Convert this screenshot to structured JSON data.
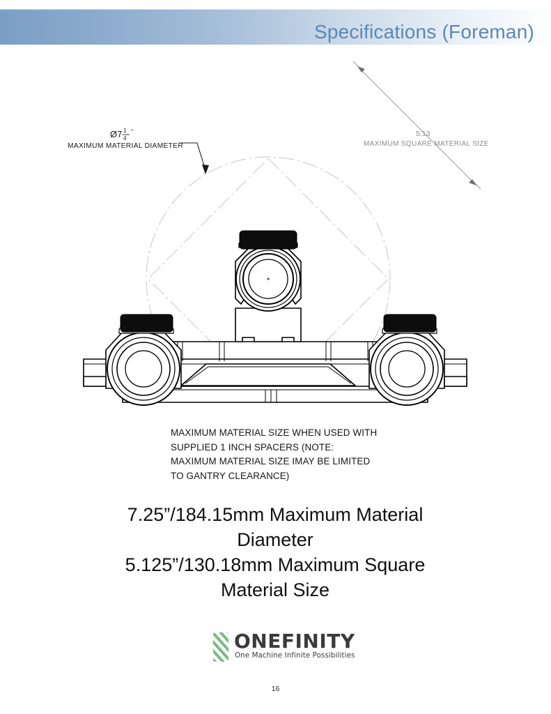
{
  "header": {
    "title": "Specifications  (Foreman)",
    "accent_color": "#5b87b5",
    "gradient_start": "#7b9fc4",
    "gradient_end": "#fdfefe"
  },
  "drawing": {
    "callout_diameter": {
      "dimension": "Ø7",
      "fraction_numerator": "1",
      "fraction_denominator": "4",
      "inch_mark": "\"",
      "label": "MAXIMUM MATERIAL DIAMETER"
    },
    "callout_square": {
      "dimension": "5.13",
      "label": "MAXIMUM SQUARE MATERIAL SIZE",
      "color": "#8c8c8c"
    },
    "construction_color": "#c2c6cc",
    "outline_color": "#000000"
  },
  "note": {
    "lines": [
      "MAXIMUM MATERIAL SIZE WHEN USED WITH",
      "SUPPLIED 1 INCH SPACERS (NOTE:",
      "MAXIMUM MATERIAL SIZE IMAY BE LIMITED",
      "TO GANTRY CLEARANCE)"
    ]
  },
  "caption": {
    "lines": [
      "7.25”/184.15mm Maximum Material",
      "Diameter",
      "5.125”/130.18mm Maximum Square",
      "Material Size"
    ]
  },
  "logo": {
    "wordmark": "ONEFINITY",
    "tagline": "One Machine Infinite Possibilities",
    "mark_color": "#76bb84",
    "text_color": "#3b3b3b"
  },
  "footer": {
    "page_number": "16"
  }
}
